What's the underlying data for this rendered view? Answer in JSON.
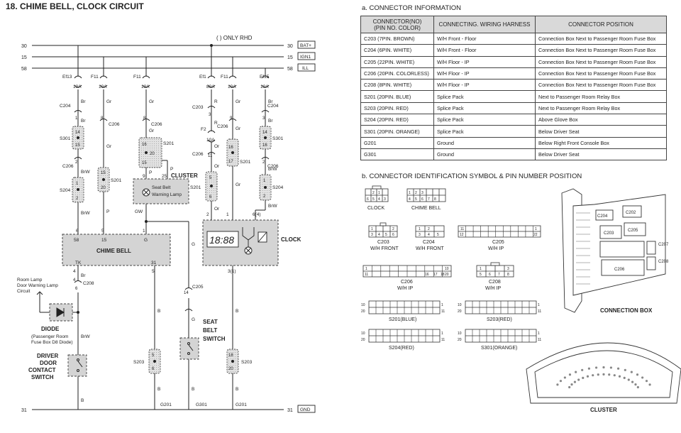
{
  "page_title": "18. CHIME BELL, CLOCK CIRCUIT",
  "only_rhd": "(    ) ONLY RHD",
  "bus_lines": [
    {
      "num": "30",
      "tag": "BAT+"
    },
    {
      "num": "15",
      "tag": "IGN1"
    },
    {
      "num": "58",
      "tag": "ILL"
    },
    {
      "num": "31",
      "tag": "GND"
    }
  ],
  "fuses": {
    "ef13": {
      "name": "Ef13",
      "rating": "10A"
    },
    "f11a": {
      "name": "F11",
      "rating": "10A"
    },
    "f11b": {
      "name": "F11",
      "rating": "10A"
    },
    "ef1": {
      "name": "Ef1",
      "rating": "80A"
    },
    "f11c": {
      "name": "F11",
      "rating": "10A"
    },
    "ef15": {
      "name": "Ef15",
      "rating": "10A"
    },
    "f2": {
      "name": "F2",
      "rating": "10A"
    }
  },
  "wire_colors": {
    "br": "Br",
    "gr": "Gr",
    "r": "R",
    "or": "Or",
    "brw": "BrW",
    "p": "P",
    "gw": "GW",
    "g": "G",
    "b": "B"
  },
  "connectors": {
    "c204": "C204",
    "c206": "C206",
    "c203": "C203",
    "c205": "C205",
    "c208": "C208",
    "s301": "S301",
    "s201": "S201",
    "s204": "S204",
    "s203": "S203",
    "g201": "G201",
    "g301": "G301"
  },
  "pins": {
    "p1": "1",
    "p2": "2",
    "p3": "3",
    "p5": "5",
    "p6": "6",
    "p8": "8",
    "p9": "9",
    "p11": "11",
    "p14": "14",
    "p15": "15",
    "p16": "16",
    "p17": "17",
    "p18": "18",
    "p20": "20",
    "p25": "25",
    "p31": "31",
    "p58": "58",
    "p4": "4",
    "p64": "6(4)",
    "p31b": "3(1)",
    "tk": "TK",
    "g": "G"
  },
  "components": {
    "chime_bell": "CHIME BELL",
    "cluster": "CLUSTER",
    "seat_belt_lamp_1": "Seat Belt",
    "seat_belt_lamp_2": "Warning Lamp",
    "clock": "CLOCK",
    "clock_display": "18:88",
    "seat_belt_switch": [
      "SEAT",
      "BELT",
      "SWITCH"
    ],
    "diode": "DIODE",
    "diode_note": [
      "(Passenger Room",
      "Fuse Box D8 Diode)"
    ],
    "room_lamp": [
      "Room Lamp",
      "Door Warning Lamp",
      "Circuit"
    ],
    "driver_door": [
      "DRIVER",
      "DOOR",
      "CONTACT",
      "SWITCH"
    ]
  },
  "section_a": {
    "title": "a. CONNECTOR INFORMATION",
    "headers": [
      "CONNECTOR(NO)\n(PIN NO. COLOR)",
      "CONNECTING. WIRING HARNESS",
      "CONNECTOR POSITION"
    ],
    "rows": [
      [
        "C203 (7PIN. BROWN)",
        "W/H Front - Floor",
        "Connection Box Next to Passenger Room Fuse Box"
      ],
      [
        "C204 (6PIN. WHITE)",
        "W/H Front - Floor",
        "Connection Box Next to Passenger Room Fuse Box"
      ],
      [
        "C205 (22PIN. WHITE)",
        "W/H Floor - IP",
        "Connection Box Next to Passenger Room Fuse Box"
      ],
      [
        "C206 (20PIN. COLORLESS)",
        "W/H Floor - IP",
        "Connection Box Next to Passenger Room Fuse Box"
      ],
      [
        "C208 (8PIN. WHITE)",
        "W/H Floor - IP",
        "Connection Box Next to Passenger Room Fuse Box"
      ],
      [
        "S201 (20PIN. BLUE)",
        "Splice Pack",
        "Next to Passenger Room Relay Box"
      ],
      [
        "S203 (20PIN. RED)",
        "Splice Pack",
        "Next to Passenger Room Relay Box"
      ],
      [
        "S204 (20PIN. RED)",
        "Splice Pack",
        "Above Glove Box"
      ],
      [
        "S301 (20PIN. ORANGE)",
        "Splice Pack",
        "Below Driver Seat"
      ],
      [
        "G201",
        "Ground",
        "Below Right Front Console Box"
      ],
      [
        "G301",
        "Ground",
        "Below Driver Seat"
      ]
    ]
  },
  "section_b": {
    "title": "b. CONNECTOR IDENTIFICATION SYMBOL & PIN NUMBER POSITION",
    "labels": {
      "clock": "CLOCK",
      "chime_bell": "CHIME BELL",
      "c203": [
        "C203",
        "W/H FRONT"
      ],
      "c204": [
        "C204",
        "W/H FRONT"
      ],
      "c205": [
        "C205",
        "W/H IP"
      ],
      "c206": [
        "C206",
        "W/H IP"
      ],
      "c208": [
        "C208",
        "W/H IP"
      ],
      "s201": "S201(BLUE)",
      "s203": "S203(RED)",
      "s204": "S204(RED)",
      "s301": "S301(ORANGE)",
      "connection_box": "CONNECTION BOX",
      "cluster": "CLUSTER",
      "box_c202": "C202",
      "box_c203": "C203",
      "box_c204": "C204",
      "box_c205": "C205",
      "box_c206": "C206",
      "box_c207": "C207",
      "box_c208": "C208"
    },
    "pin_numbers": {
      "n1": "1",
      "n2": "2",
      "n3": "3",
      "n4": "4",
      "n5": "5",
      "n6": "6",
      "n7": "7",
      "n8": "8",
      "n10": "10",
      "n11": "11",
      "n12": "12",
      "n16": "16",
      "n17": "17",
      "n18": "18",
      "n20": "20",
      "n22": "22"
    }
  }
}
